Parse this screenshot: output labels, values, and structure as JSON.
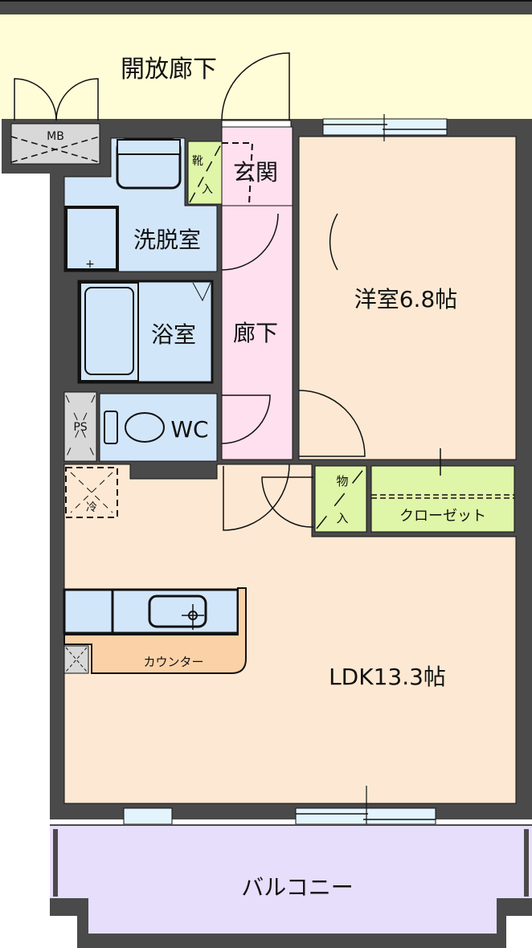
{
  "floor_plan": {
    "title": "間取り図",
    "colors": {
      "wall": "#4a4a4a",
      "corridor_outside": "#fffdd8",
      "entrance": "#ffe0ee",
      "wet_area": "#d2e6fa",
      "room": "#fde9d3",
      "storage": "#dff5a8",
      "balcony": "#e6defa",
      "mb_ps": "#d8d8d8",
      "window": "#e4f4fd",
      "counter": "#fbd2a8"
    },
    "rooms": {
      "open_corridor": "開放廊下",
      "mb": "MB",
      "shoe_storage_top": "靴",
      "shoe_storage_bottom": "入",
      "entrance": "玄関",
      "washroom": "洗脱室",
      "bathroom": "浴室",
      "hallway": "廊下",
      "western_room": "洋室6.8帖",
      "ps": "PS",
      "wc": "WC",
      "fridge": "冷",
      "storage_top": "物",
      "storage_bottom": "入",
      "closet": "クローゼット",
      "counter": "カウンター",
      "ldk": "LDK13.3帖",
      "balcony": "バルコニー"
    }
  }
}
